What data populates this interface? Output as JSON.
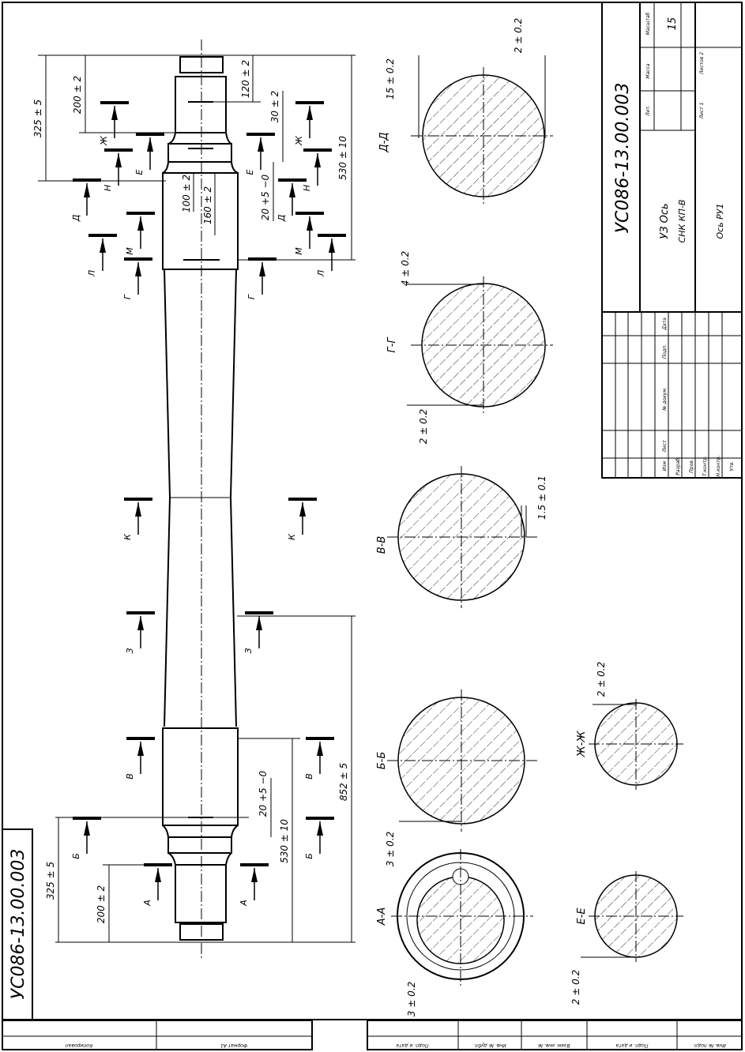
{
  "drawing": {
    "part_number": "УС086-13.00.003",
    "side_stamp": "УС086-13.00.003"
  },
  "title_block": {
    "designation": "УС086-13.00.003",
    "name_line1": "УЗ Ось",
    "name_line2": "СНК КП-В",
    "name_line3": "Ось РУ1",
    "lit_label": "Лит.",
    "mass_label": "Масса",
    "scale_label": "Масштаб",
    "scale_value": "15",
    "sheet_label": "Лист 1",
    "sheets_label": "Листов 2",
    "headers": [
      "Изм",
      "Лист",
      "№ докум.",
      "Подп.",
      "Дата"
    ],
    "roles": [
      "Разраб.",
      "Пров.",
      "Т.контр.",
      "Н.контр.",
      "Утв."
    ]
  },
  "bottom_strip": {
    "left": [
      "Копировал",
      "Формат А1"
    ],
    "right": [
      "Подп. и дата",
      "Инв. № дубл.",
      "Взам. инв. №",
      "Подп. и дата",
      "Инв. № подл."
    ]
  },
  "dimensions": {
    "top_325": "325 ± 5",
    "top_200": "200 ± 2",
    "top_120": "120 ± 2",
    "top_30": "30 ± 2",
    "top_530": "530 ± 10",
    "top_100": "100 ± 2",
    "top_160": "160 ± 2",
    "top_20": "20 +5 −0",
    "bot_325": "325 ± 5",
    "bot_200": "200 ± 2",
    "bot_20": "20 +5 −0",
    "bot_530": "530 ± 10",
    "bot_852": "852 ± 5"
  },
  "markers": [
    "Ж",
    "Е",
    "Н",
    "Д",
    "М",
    "Л",
    "Г",
    "К",
    "З",
    "В",
    "Б",
    "А",
    "Е",
    "Ж",
    "Н",
    "Д",
    "М",
    "Л",
    "Г",
    "К",
    "З",
    "В",
    "Б",
    "А"
  ],
  "sections": [
    {
      "label": "Д-Д",
      "dims": [
        "15 ± 0.2",
        "2 ± 0.2"
      ]
    },
    {
      "label": "Г-Г",
      "dims": [
        "4 ± 0.2",
        "2 ± 0.2"
      ]
    },
    {
      "label": "В-В",
      "dims": [
        "1.5 ± 0.1"
      ]
    },
    {
      "label": "Б-Б",
      "dims": [
        "3 ± 0.2"
      ]
    },
    {
      "label": "А-А",
      "dims": [
        "3 ± 0.2"
      ]
    },
    {
      "label": "Ж-Ж",
      "dims": [
        "2 ± 0.2"
      ]
    },
    {
      "label": "Е-Е",
      "dims": [
        "2 ± 0.2"
      ]
    }
  ]
}
